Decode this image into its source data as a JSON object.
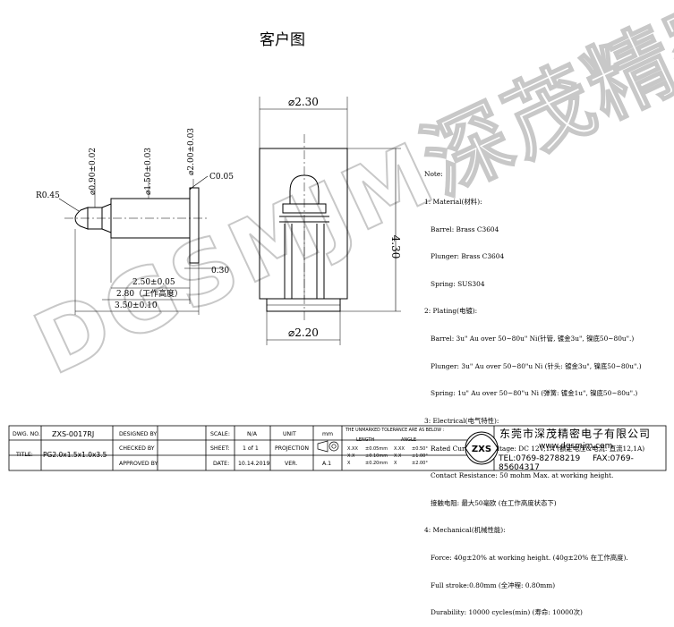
{
  "page_title": "客户图",
  "watermark": "DGSMJM深茂精密",
  "side_view": {
    "dims": {
      "tip_radius": "R0.45",
      "tip_dia": "⌀0.90±0.02",
      "mid_dia": "⌀1.50±0.03",
      "head_dia": "⌀2.00±0.03",
      "chamfer": "C0.05",
      "flange_thickness": "0.30",
      "barrel_len": "2.50±0.05",
      "working_height": "2.80（工作高度）",
      "total_len": "3.50±0.10"
    }
  },
  "front_view": {
    "dims": {
      "top_dia": "⌀2.30",
      "bottom_dia": "⌀2.20",
      "height": "4.30"
    }
  },
  "notes": [
    "Note:",
    "1: Material(材料):",
    "   Barrel: Brass C3604",
    "   Plunger: Brass C3604",
    "   Spring: SUS304",
    "2: Plating(电镀):",
    "   Barrel: 3u\" Au over 50~80u\" Ni(针管, 镀金3u\", 镍底50~80u\".)",
    "   Plunger: 3u\" Au over 50~80\"u Ni (针头: 镀金3u\", 镍底50~80u\".)",
    "   Spring: 1u\" Au over 50~80\"u Ni (弹簧: 镀金1u\", 镍底50~80u\".)",
    "3: Electrical(电气特性):",
    "   Rated Current & Voltage: DC 12V;1A (额定电压&电流: 直流12,1A)",
    "   Contact Resistance: 50 mohm Max. at working height.",
    "   接触电阻: 最大50毫欧 (在工作高度状态下)",
    "4: Mechanical(机械性能):",
    "   Force: 40g±20% at working height. (40g±20% 在工作高度).",
    "   Full stroke:0.80mm (全冲程: 0.80mm)",
    "   Durability: 10000 cycles(min) (寿命: 10000次)"
  ],
  "title_block": {
    "dwg_no_label": "DWG. NO.",
    "dwg_no": "ZXS-0017RJ",
    "title_label": "TITLE:",
    "title": "PG2.0x1.5x1.0x3.5",
    "designed_by": "DESIGNED BY",
    "checked_by": "CHECKED BY",
    "approved_by": "APPROVED BY",
    "scale_label": "SCALE:",
    "scale": "N/A",
    "sheet_label": "SHEET:",
    "sheet": "1 of 1",
    "date_label": "DATE:",
    "date": "10.14.2019",
    "unit_label": "UNIT",
    "unit": "mm",
    "projection_label": "PROJECTION",
    "ver_label": "VER.",
    "ver": "A.1",
    "tolerance_header": "THE UNMARKED TOLERANCE ARE AS BELOW :",
    "length_label": "LENGTH",
    "angle_label": "ANGLE",
    "tol_rows": [
      [
        "X.XX",
        "±0.05mm",
        "X.XX",
        "±0.50°"
      ],
      [
        "X.X",
        "±0.10mm",
        "X.X",
        "±1.00°"
      ],
      [
        "X",
        "±0.20mm",
        "X",
        "±2.00°"
      ]
    ],
    "logo_text": "ZXS",
    "company": "东莞市深茂精密电子有限公司",
    "website": "www.dgsmjm.com",
    "tel": "TEL:0769-82788219",
    "fax": "FAX:0769-85604317"
  }
}
